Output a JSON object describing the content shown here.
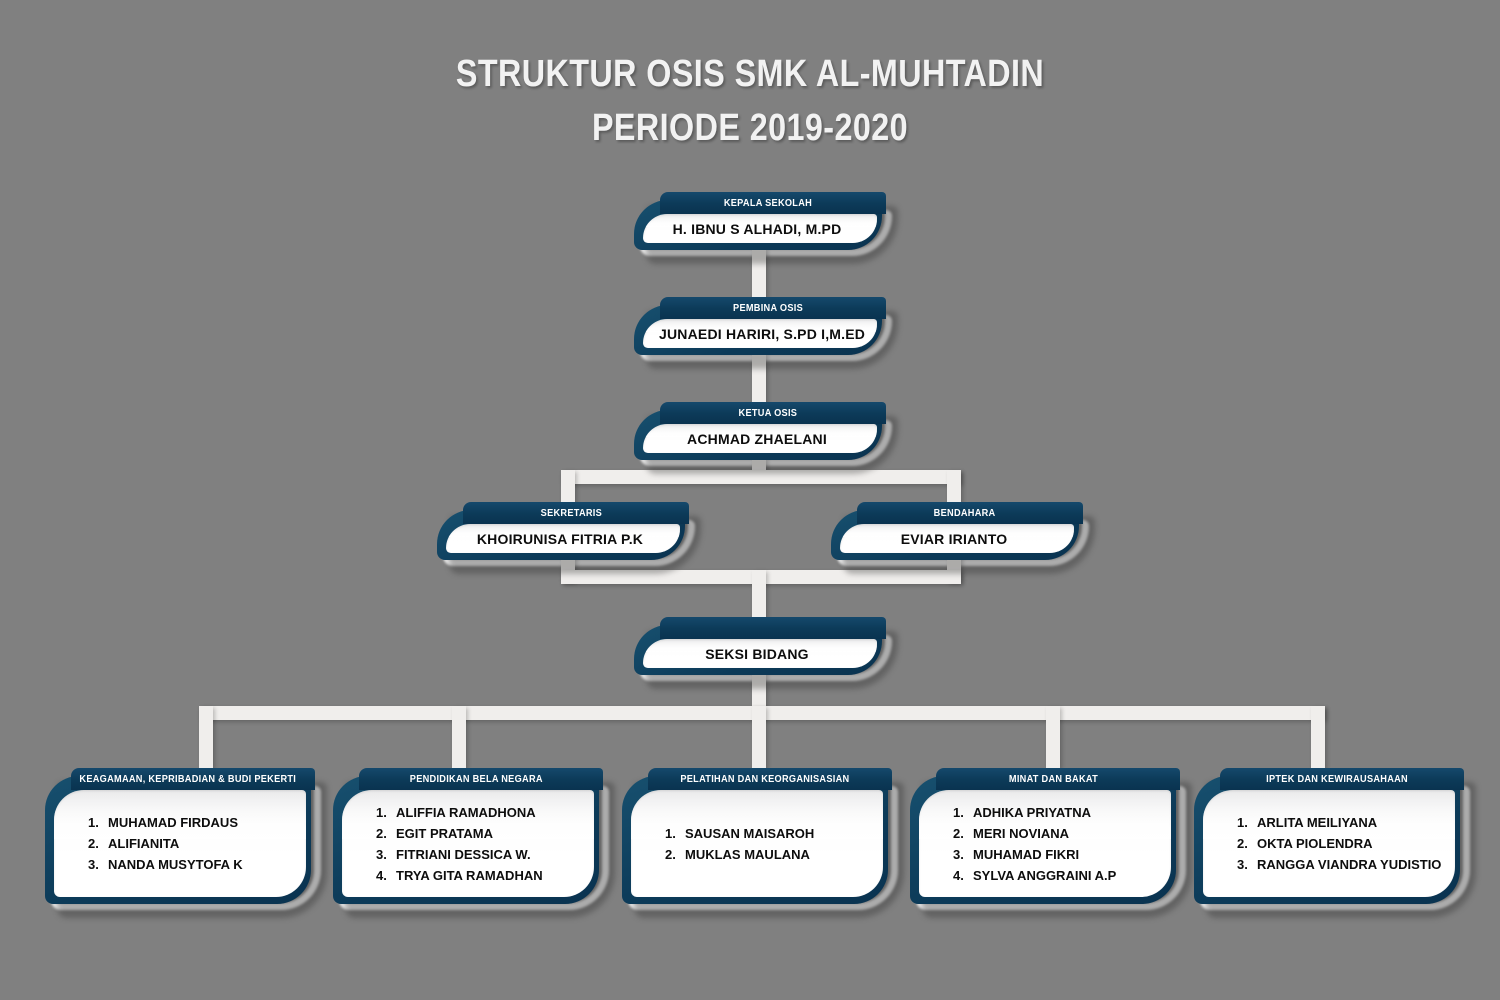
{
  "background_color": "#808080",
  "accent_color": "#0c3a58",
  "title": {
    "line1": "STRUKTUR OSIS SMK AL-MUHTADIN",
    "line2": "PERIODE 2019-2020"
  },
  "nodes": {
    "kepala_sekolah": {
      "role": "KEPALA SEKOLAH",
      "name": "H. IBNU S ALHADI, M.PD"
    },
    "pembina_osis": {
      "role": "PEMBINA OSIS",
      "name": "JUNAEDI HARIRI, S.PD I,M.ED"
    },
    "ketua_osis": {
      "role": "KETUA OSIS",
      "name": "ACHMAD ZHAELANI"
    },
    "sekretaris": {
      "role": "SEKRETARIS",
      "name": "KHOIRUNISA FITRIA P.K"
    },
    "bendahara": {
      "role": "BENDAHARA",
      "name": "EVIAR IRIANTO"
    },
    "seksi_bidang": {
      "role": "",
      "name": "SEKSI BIDANG"
    }
  },
  "sections": [
    {
      "title": "KEAGAMAAN, KEPRIBADIAN & BUDI PEKERTI",
      "members": [
        {
          "num": "1.",
          "name": "MUHAMAD FIRDAUS"
        },
        {
          "num": "2.",
          "name": "ALIFIANITA"
        },
        {
          "num": "3.",
          "name": "NANDA MUSYTOFA K"
        }
      ]
    },
    {
      "title": "PENDIDIKAN BELA NEGARA",
      "members": [
        {
          "num": "1.",
          "name": "ALIFFIA RAMADHONA"
        },
        {
          "num": "2.",
          "name": "EGIT PRATAMA"
        },
        {
          "num": "3.",
          "name": "FITRIANI DESSICA W."
        },
        {
          "num": "4.",
          "name": "TRYA GITA RAMADHAN"
        }
      ]
    },
    {
      "title": "PELATIHAN DAN KEORGANISASIAN",
      "members": [
        {
          "num": "1.",
          "name": "SAUSAN MAISAROH"
        },
        {
          "num": "2.",
          "name": "MUKLAS MAULANA"
        }
      ]
    },
    {
      "title": "MINAT DAN BAKAT",
      "members": [
        {
          "num": "1.",
          "name": "ADHIKA PRIYATNA"
        },
        {
          "num": "2.",
          "name": "MERI NOVIANA"
        },
        {
          "num": "3.",
          "name": "MUHAMAD FIKRI"
        },
        {
          "num": "4.",
          "name": "SYLVA ANGGRAINI A.P"
        }
      ]
    },
    {
      "title": "IPTEK DAN KEWIRAUSAHAAN",
      "members": [
        {
          "num": "1.",
          "name": "ARLITA MEILIYANA"
        },
        {
          "num": "2.",
          "name": "OKTA PIOLENDRA"
        },
        {
          "num": "3.",
          "name": "RANGGA VIANDRA YUDISTIO"
        }
      ]
    }
  ]
}
